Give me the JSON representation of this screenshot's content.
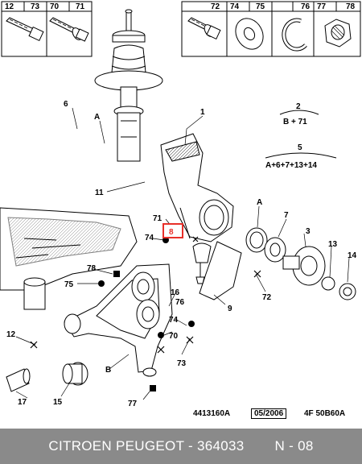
{
  "boxes": {
    "left": [
      "12",
      "73",
      "70",
      "71"
    ],
    "right": [
      "72",
      "74",
      "75",
      "76",
      "77",
      "78"
    ]
  },
  "callouts": {
    "c1": "1",
    "c3": "3",
    "c4": "A",
    "c5": "6",
    "c6": "11",
    "c7": "71",
    "c8": "74",
    "c9": "78",
    "c10": "75",
    "c11": "12",
    "c12": "B",
    "c13": "17",
    "c14": "15",
    "c15": "77",
    "c16": "16",
    "c17": "70",
    "c18": "74",
    "c19": "76",
    "c20": "73",
    "c21": "9",
    "c22": "A",
    "c23": "7",
    "c24": "3",
    "c25": "13",
    "c26": "14",
    "c27": "72",
    "c28": "8"
  },
  "formulas": {
    "f1_top": "2",
    "f1_bottom": "B + 71",
    "f2_top": "5",
    "f2_bottom": "A+6+7+13+14"
  },
  "highlight": {
    "label": "8",
    "color": "#e8302a"
  },
  "references": {
    "drawing": "4413160A",
    "date": "05/2006",
    "code": "4F 50B60A"
  },
  "footer": {
    "brand": "CITROEN PEUGEOT - 364033",
    "sheet": "N - 08"
  }
}
